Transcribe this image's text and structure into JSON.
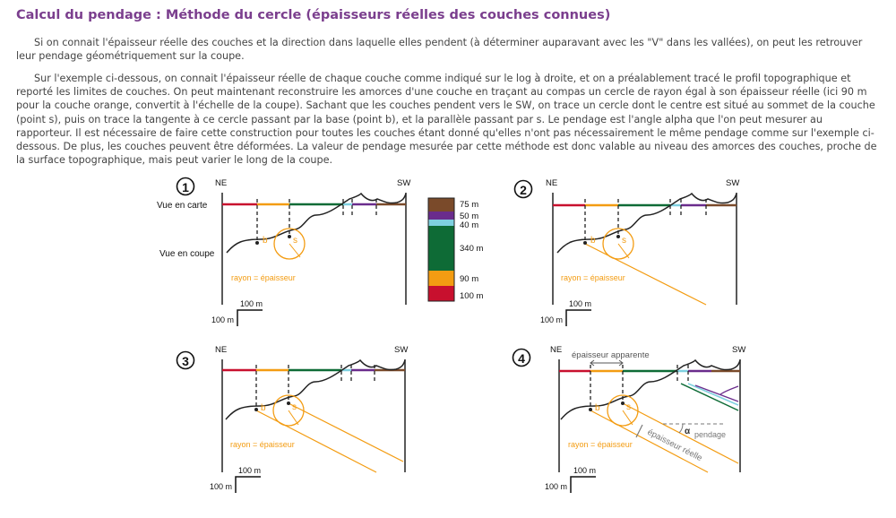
{
  "title": "Calcul du pendage : Méthode du cercle (épaisseurs réelles des couches connues)",
  "paragraph1": "Si on connait l'épaisseur réelle des couches et la direction dans laquelle elles pendent (à déterminer auparavant avec les \"V\" dans les vallées), on peut les retrouver leur pendage géométriquement sur la coupe.",
  "paragraph2": "Sur l'exemple ci-dessous, on connait l'épaisseur réelle de chaque couche comme indiqué sur le log à droite, et on a préalablement tracé le profil topographique et reporté les limites de couches. On peut maintenant reconstruire les amorces d'une couche en traçant au compas un cercle de rayon égal à son épaisseur réelle (ici 90 m pour la couche orange, convertit à l'échelle de la coupe). Sachant que les couches pendent vers le SW, on trace un cercle dont le centre est situé au sommet de la couche (point s), puis on trace la tangente à ce cercle passant par la base (point b), et la parallèle passant par s. Le pendage est l'angle alpha que l'on peut mesurer au rapporteur. Il est nécessaire de faire cette construction pour toutes les couches étant donné qu'elles n'ont pas nécessairement le même pendage comme sur l'exemple ci-dessous. De plus, les couches peuvent être déformées. La valeur de pendage mesurée par cette méthode est donc valable au niveau des amorces des couches, proche de la surface topographique, mais peut varier le long de la coupe.",
  "figure": {
    "steps": [
      "1",
      "2",
      "3",
      "4"
    ],
    "ne": "NE",
    "sw": "SW",
    "vue_carte": "Vue en carte",
    "vue_coupe": "Vue en coupe",
    "point_b": "b",
    "point_s": "s",
    "rayon": "rayon = épaisseur",
    "scale_h": "100 m",
    "scale_v": "100 m",
    "epaisseur_apparente": "épaisseur apparente",
    "epaisseur_reelle": "épaisseur réelle",
    "alpha": "α",
    "pendage": "pendage",
    "log": [
      {
        "label": "75 m",
        "color": "#7a4a2a"
      },
      {
        "label": "50 m",
        "color": "#6a2c8c"
      },
      {
        "label": "40 m",
        "color": "#7fd0e0"
      },
      {
        "label": "340 m",
        "color": "#0e6b36"
      },
      {
        "label": "90 m",
        "color": "#f39c12"
      },
      {
        "label": "100 m",
        "color": "#c8102e"
      }
    ]
  }
}
